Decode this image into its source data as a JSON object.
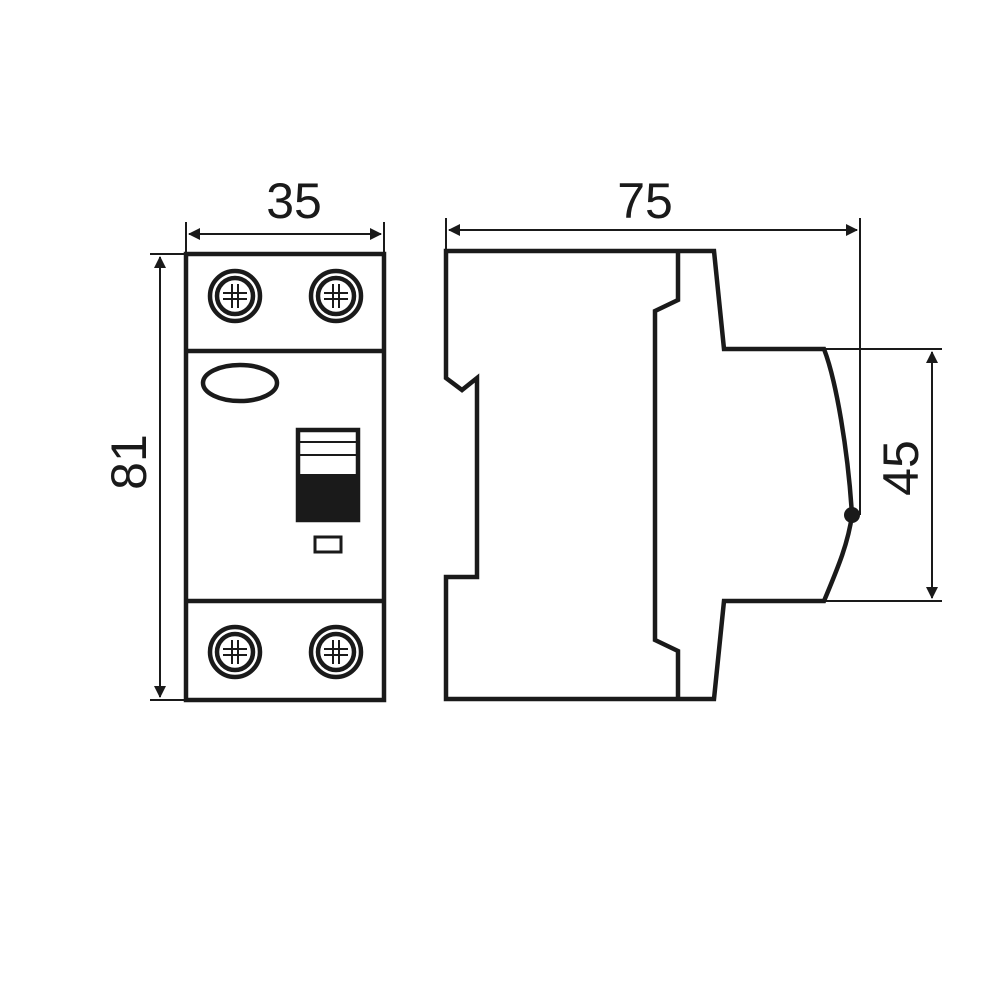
{
  "dimensions": {
    "width": "35",
    "depth": "75",
    "height": "81",
    "front_height": "45"
  },
  "colors": {
    "line": "#1a1a1a",
    "background": "#ffffff"
  }
}
